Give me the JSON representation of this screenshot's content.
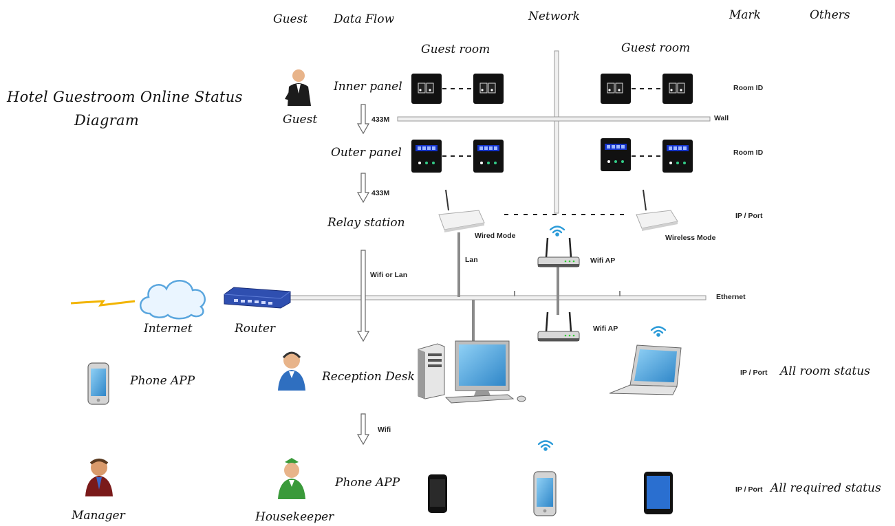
{
  "title_line1": "Hotel Guestroom Online Status",
  "title_line2": "Diagram",
  "headers": {
    "guest": "Guest",
    "data_flow": "Data Flow",
    "network": "Network",
    "mark": "Mark",
    "others": "Others"
  },
  "rooms": {
    "left": "Guest room",
    "right": "Guest room"
  },
  "flow": {
    "inner_panel": "Inner panel",
    "outer_panel": "Outer panel",
    "relay_station": "Relay station",
    "reception_desk": "Reception Desk",
    "phone_app_staff": "Phone APP"
  },
  "people": {
    "guest": "Guest",
    "manager": "Manager",
    "housekeeper": "Housekeeper"
  },
  "left_side": {
    "internet": "Internet",
    "router": "Router",
    "phone_app": "Phone APP"
  },
  "links": {
    "m433_a": "433M",
    "m433_b": "433M",
    "wifi_or_lan": "Wifi or Lan",
    "wifi": "Wifi",
    "lan": "Lan",
    "wall": "Wall",
    "ethernet": "Ethernet"
  },
  "devices": {
    "wired_mode": "Wired Mode",
    "wireless_mode": "Wireless Mode",
    "wifi_ap_1": "Wifi AP",
    "wifi_ap_2": "Wifi AP"
  },
  "marks": {
    "room_id_1": "Room ID",
    "room_id_2": "Room ID",
    "ip_port_1": "IP / Port",
    "ip_port_2": "IP / Port",
    "ip_port_3": "IP / Port"
  },
  "others": {
    "all_room_status": "All room status",
    "all_required_status": "All  required status"
  }
}
